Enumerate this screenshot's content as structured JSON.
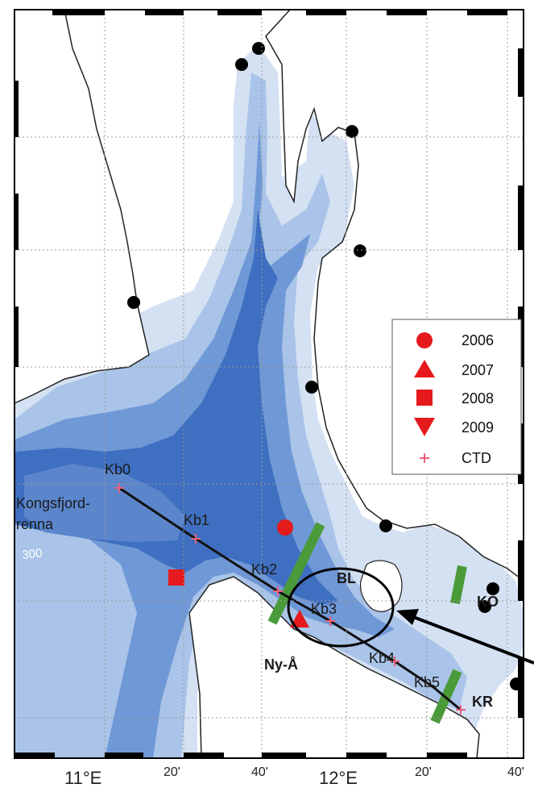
{
  "map": {
    "stations": [
      {
        "id": "kb0",
        "label": "Kb0"
      },
      {
        "id": "kb1",
        "label": "Kb1"
      },
      {
        "id": "kb2",
        "label": "Kb2"
      },
      {
        "id": "kb3",
        "label": "Kb3"
      },
      {
        "id": "kb4",
        "label": "Kb4"
      },
      {
        "id": "kb5",
        "label": "Kb5"
      }
    ],
    "places": {
      "kongsfjordrenna_line1": "Kongsfjord-",
      "kongsfjordrenna_line2": "renna",
      "ny_alesund": "Ny-Å",
      "bl": "BL",
      "ko": "KO",
      "kr": "KR"
    },
    "contour_label": "300",
    "axis": {
      "x_ticks": [
        "11°E",
        "20'",
        "40'",
        "12°E",
        "20'",
        "40'"
      ]
    },
    "legend": {
      "items": [
        {
          "label": "2006",
          "marker": "circle",
          "color": "#e41a1c"
        },
        {
          "label": "2007",
          "marker": "triangle-up",
          "color": "#e41a1c"
        },
        {
          "label": "2008",
          "marker": "square",
          "color": "#e41a1c"
        },
        {
          "label": "2009",
          "marker": "triangle-down",
          "color": "#e41a1c"
        },
        {
          "label": "CTD",
          "marker": "plus",
          "color": "#e8607a"
        }
      ]
    },
    "colors": {
      "land": "#ffffff",
      "shallow": "#d4e1f3",
      "mid": "#a9c4e8",
      "deep": "#6f98d6",
      "deepest": "#3f6fc0",
      "marker_red": "#e41a1c",
      "transect": "#111111",
      "section_bar": "#4a9a3a"
    }
  }
}
